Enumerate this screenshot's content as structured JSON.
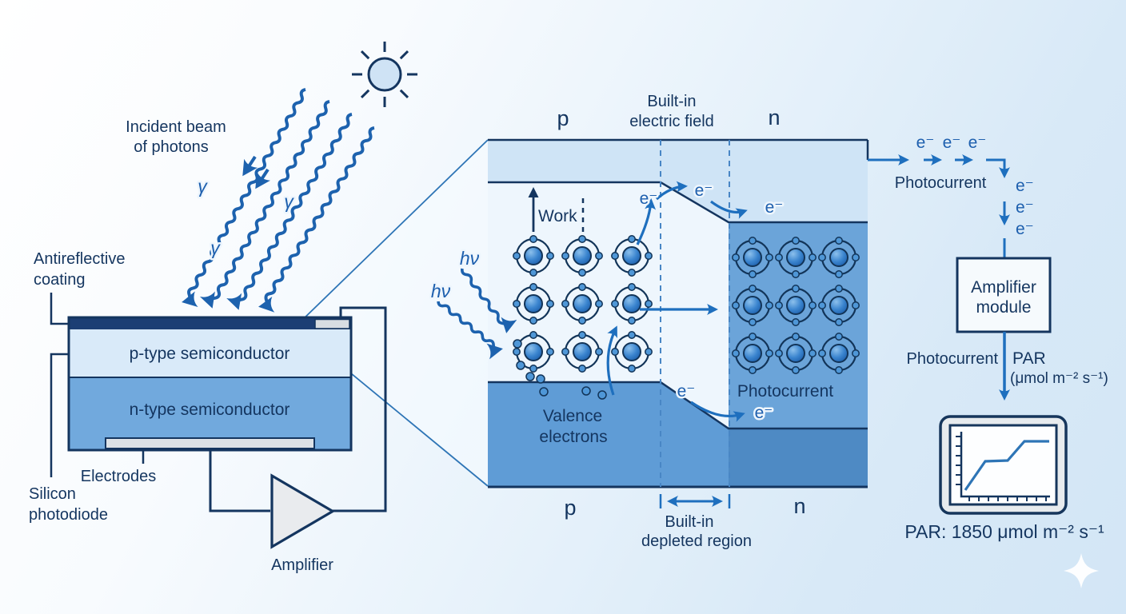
{
  "colors": {
    "navy": "#14355f",
    "arrow_blue": "#1d62ae",
    "wire_blue": "#1e6fbe",
    "band_light_blue": "#cfe4f6",
    "p_layer_blue": "#d9eaf9",
    "n_layer_blue": "#71a9dd",
    "valence_blue": "#5f9cd6",
    "n_valence_blue": "#4e8ac4",
    "electrode_gray": "#dce1e6"
  },
  "device": {
    "incident_beam_label": [
      "Incident beam",
      "of photons"
    ],
    "gamma_symbol": "γ",
    "antireflective_label": [
      "Antireflective",
      "coating"
    ],
    "p_type_label": "p-type semiconductor",
    "n_type_label": "n-type semiconductor",
    "electrodes_label": "Electrodes",
    "silicon_label": [
      "Silicon",
      "photodiode"
    ],
    "amplifier_label": "Amplifier"
  },
  "junction": {
    "p_label_top": "p",
    "n_label_top": "n",
    "builtin_field_label": [
      "Built-in",
      "electric field"
    ],
    "work_label": "Work",
    "photon_symbol": "hν",
    "electron_symbol": "e⁻",
    "valence_label": [
      "Valence",
      "electrons"
    ],
    "photocurrent_label": "Photocurrent",
    "p_label_bottom": "p",
    "n_label_bottom": "n",
    "depleted_label": [
      "Built-in",
      "depleted region"
    ]
  },
  "output": {
    "electron_symbol": "e⁻",
    "photocurrent_label": "Photocurrent",
    "amplifier_module_label": [
      "Amplifier",
      "module"
    ],
    "photocurrent_to_par_left": "Photocurrent",
    "par_label": "PAR",
    "par_units": "(μmol m⁻² s⁻¹)",
    "par_reading": "PAR: 1850 μmol m⁻² s⁻¹"
  }
}
